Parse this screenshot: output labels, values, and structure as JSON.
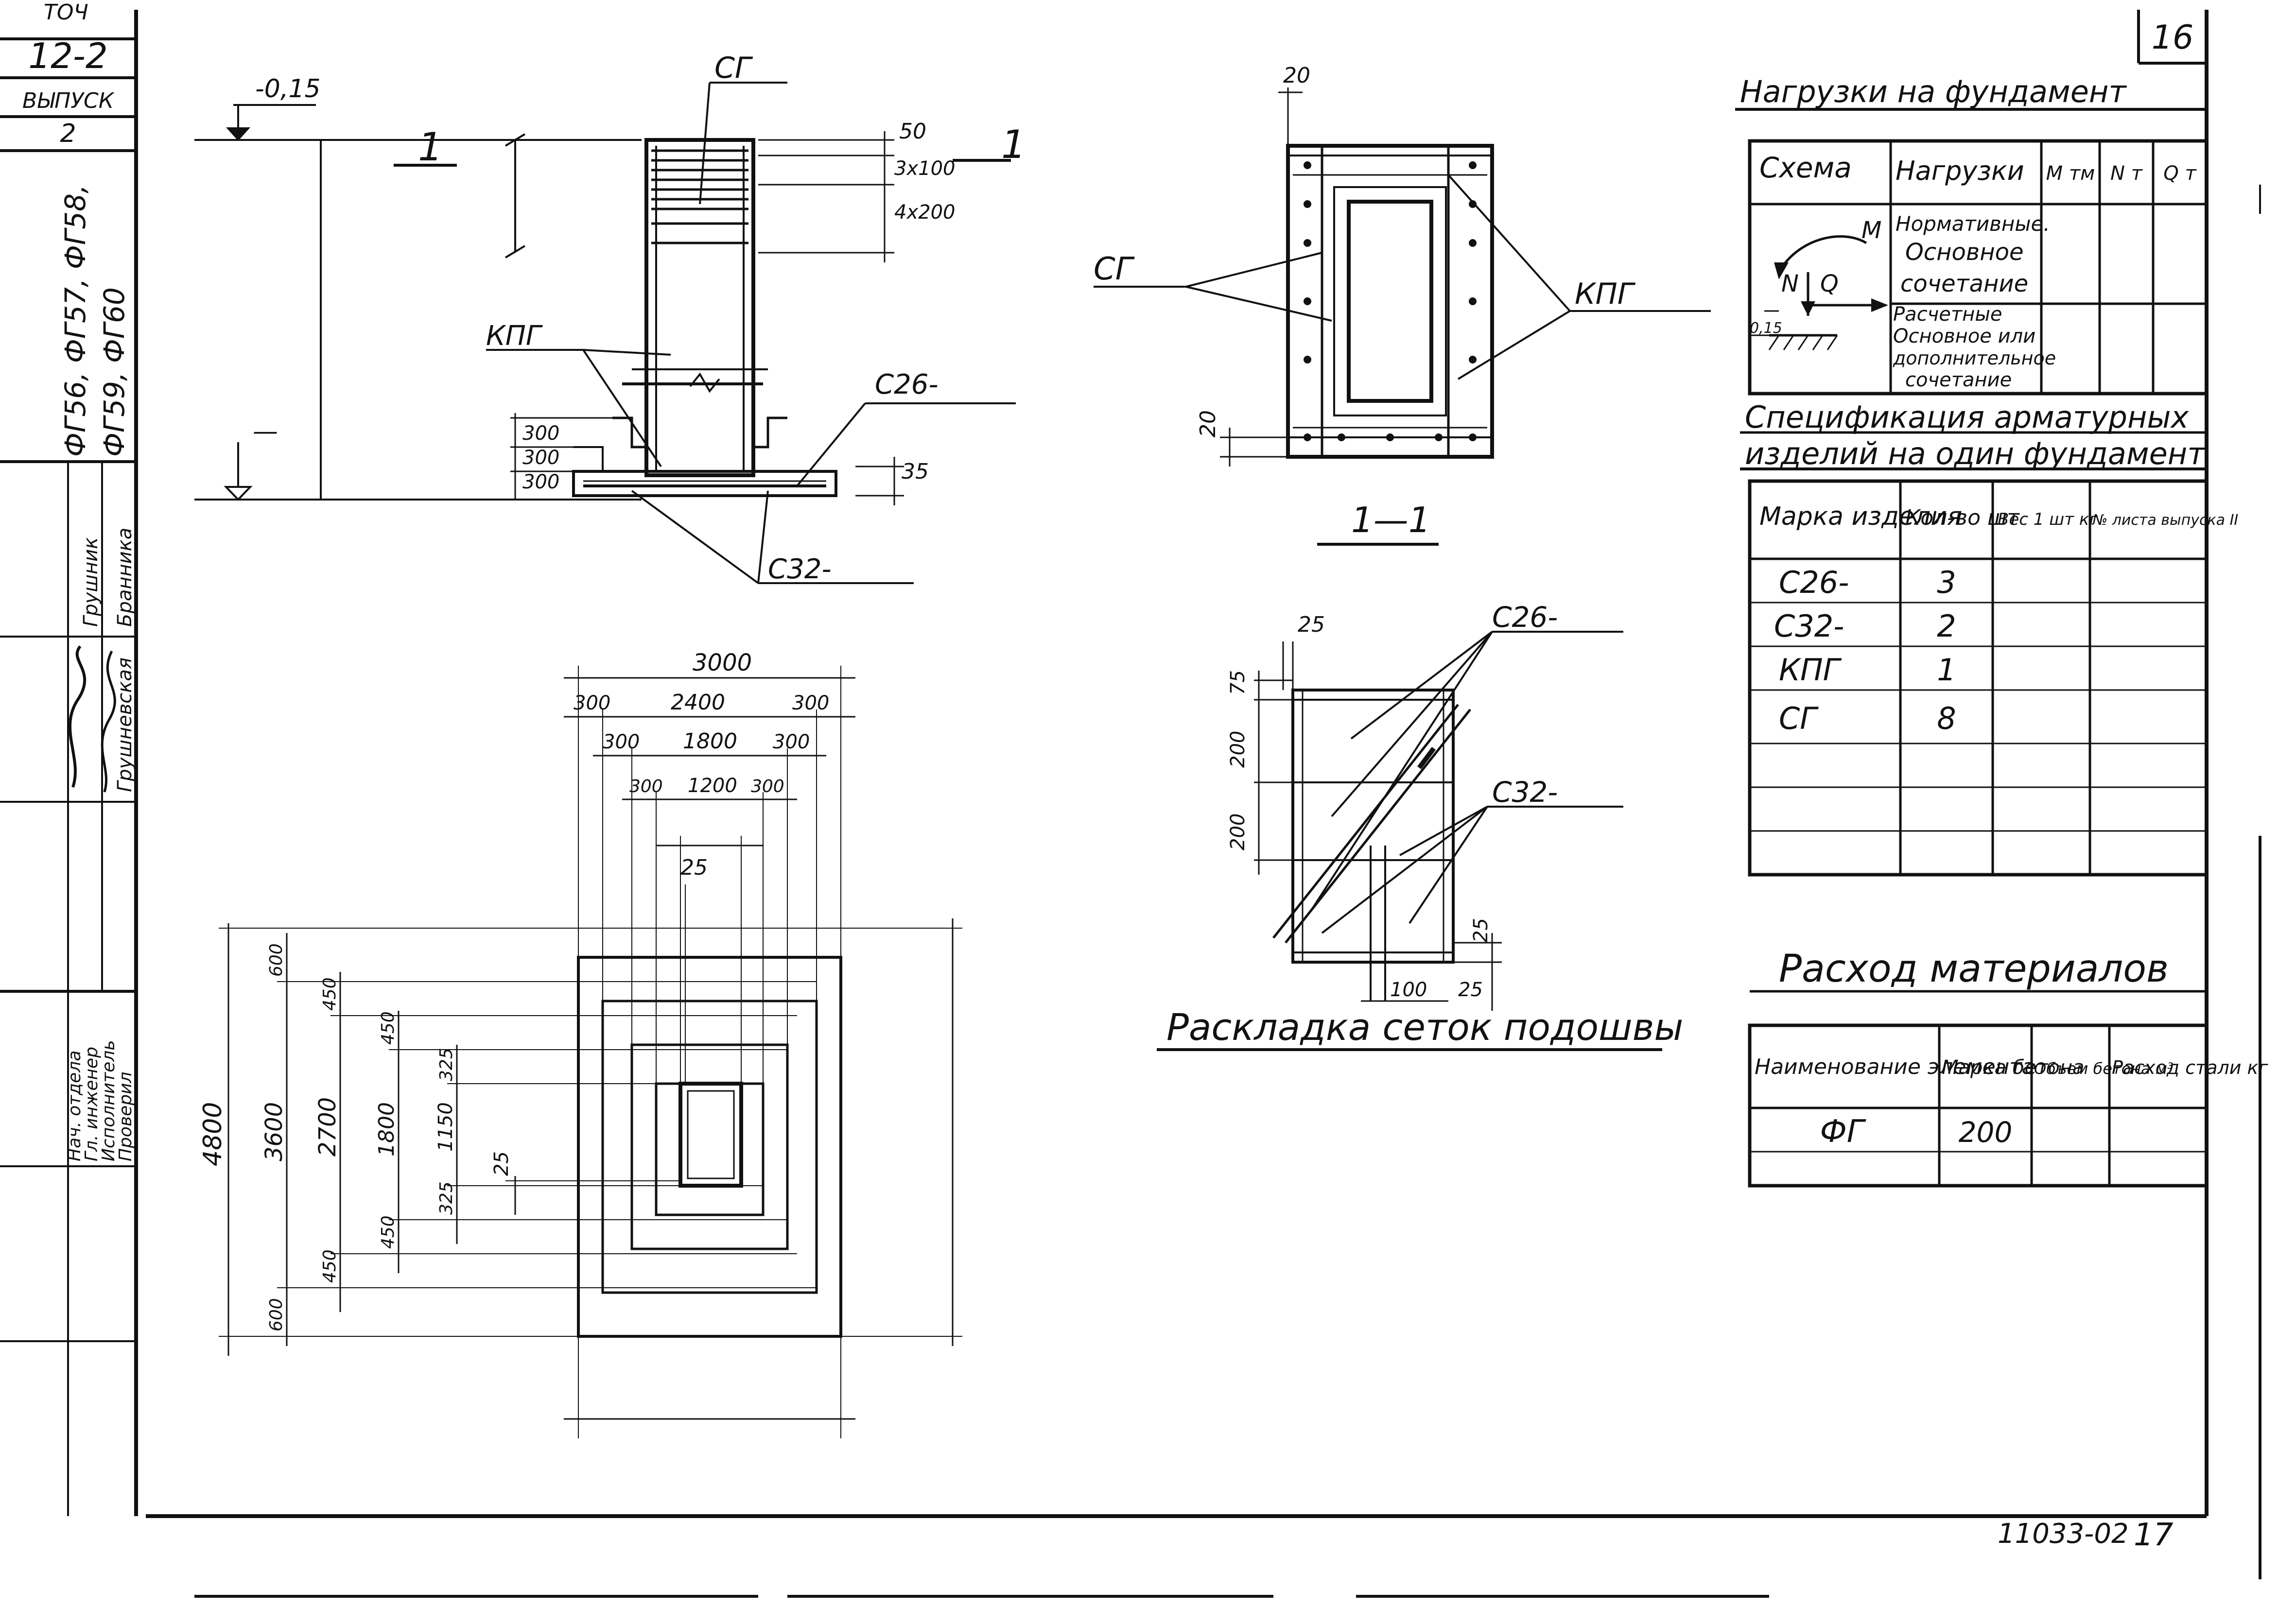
{
  "sheet": {
    "page_number": "16",
    "doc_code": "11033-02",
    "page_footer_number": "17",
    "side_stamp": {
      "top_code_fragment": "ТОЧ",
      "series": "12-2",
      "issue_label": "ВЫПУСК",
      "issue_value": "2",
      "marks_line1": "ФГ56, ФГ57, ФГ58,",
      "marks_line2": "ФГ59, ФГ60",
      "roles": [
        "Проверил",
        "Исполнитель",
        "Гл. инженер",
        "Нач. отдела"
      ],
      "names": [
        "Грушневская",
        "Грушник",
        "Бранника"
      ]
    }
  },
  "section_view": {
    "level_top": "-0,15",
    "level_mark": "—",
    "label_sg": "СГ",
    "label_kpg": "КПГ",
    "label_c26": "С26-",
    "label_c32": "С32-",
    "cut_mark": "1",
    "dims": [
      "50",
      "3х100",
      "4х200",
      "300",
      "300",
      "300",
      "35"
    ]
  },
  "plan_view": {
    "horizontal_dims": [
      "3000",
      "300",
      "2400",
      "300",
      "300",
      "1800",
      "300",
      "300",
      "1200",
      "300",
      "25"
    ],
    "vertical_dims": [
      "4800",
      "3600",
      "2700",
      "1800",
      "1150",
      "600",
      "450",
      "450",
      "325",
      "325",
      "450",
      "450",
      "600",
      "25"
    ]
  },
  "section_1_1": {
    "title": "1—1",
    "label_sg": "СГ",
    "label_kpg": "КПГ",
    "dims": [
      "20",
      "20"
    ]
  },
  "mesh_layout": {
    "title": "Раскладка сеток подошвы",
    "label_c26": "С26-",
    "label_c32": "С32-",
    "dims": [
      "25",
      "75",
      "200",
      "200",
      "25",
      "100",
      "25"
    ]
  },
  "loads_table": {
    "title": "Нагрузки на фундамент",
    "headers": [
      "Схема",
      "Нагрузки",
      "М тм",
      "N т",
      "Q т"
    ],
    "scheme_labels": {
      "m": "М",
      "n": "N",
      "q": "Q",
      "level": "0,15"
    },
    "rows": [
      [
        "Нормативные.",
        "Основное",
        "сочетание"
      ],
      [
        "Расчетные",
        "Основное или",
        "дополнительное",
        "сочетание"
      ]
    ]
  },
  "spec_table": {
    "title_line1": "Спецификация арматурных",
    "title_line2": "изделий на один фундамент",
    "headers": [
      "Марка изделия",
      "Кол-во шт",
      "Вес 1 шт кг",
      "№ листа выпуска II"
    ],
    "rows": [
      [
        "С26-",
        "3",
        "",
        ""
      ],
      [
        "С32-",
        "2",
        "",
        ""
      ],
      [
        "КПГ",
        "1",
        "",
        ""
      ],
      [
        "СГ",
        "8",
        "",
        ""
      ]
    ]
  },
  "materials_table": {
    "title": "Расход материалов",
    "headers": [
      "Наименование элемента",
      "Марка бетона",
      "Объем бетона м³",
      "Расход стали кг"
    ],
    "rows": [
      [
        "ФГ",
        "200",
        "",
        ""
      ]
    ]
  }
}
